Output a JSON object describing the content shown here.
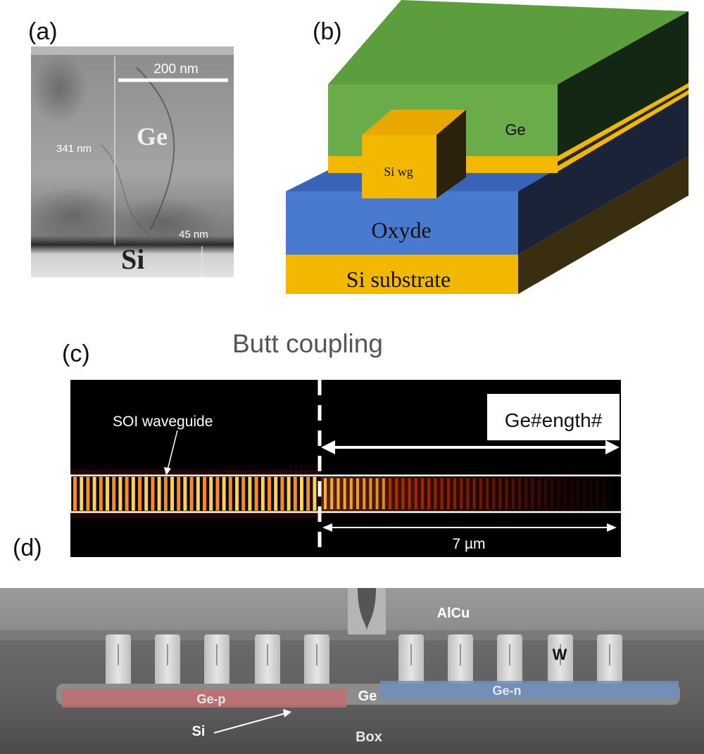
{
  "panels": {
    "a": {
      "letter": "(a)",
      "scale_bar": "200 nm",
      "material_top": "Ge",
      "material_bottom": "Si",
      "thickness_left": "341 nm",
      "thickness_right": "45 nm"
    },
    "b": {
      "letter": "(b)",
      "layers": {
        "ge": "Ge",
        "waveguide": "Si wg",
        "oxide": "Oxyde",
        "substrate": "Si substrate"
      },
      "colors": {
        "ge": "#6aac4a",
        "si": "#f2b800",
        "oxide": "#4a7ad0"
      }
    },
    "c": {
      "letter": "(c)",
      "title": "Butt coupling",
      "waveguide_label": "SOI waveguide",
      "length_label": "Ge#ength#",
      "distance_label": "7 µm"
    },
    "d": {
      "letter": "(d)",
      "labels": {
        "metal": "AlCu",
        "contact": "W",
        "ge_center": "Ge",
        "ge_p": "Ge-p",
        "ge_n": "Ge-n",
        "si": "Si",
        "box": "Box"
      },
      "colors": {
        "ge_p": "#c26d6d",
        "ge_n": "#6e8fc0"
      }
    }
  }
}
